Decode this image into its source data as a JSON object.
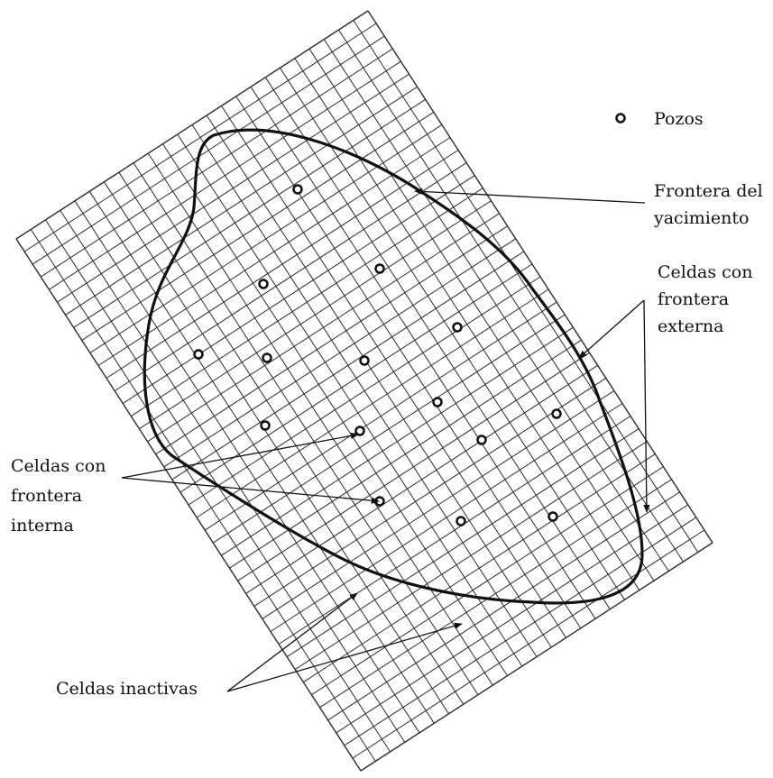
{
  "legend": {
    "wells_label": "Pozos"
  },
  "labels": {
    "reservoir_boundary": [
      "Frontera del",
      "yacimiento"
    ],
    "external_boundary_cells": [
      "Celdas con",
      "frontera",
      "externa"
    ],
    "internal_boundary_cells": [
      "Celdas con",
      "frontera",
      "interna"
    ],
    "inactive_cells": "Celdas inactivas"
  },
  "colors": {
    "ink": "#111111",
    "grid": "#2b2b2b",
    "background": "#ffffff"
  }
}
